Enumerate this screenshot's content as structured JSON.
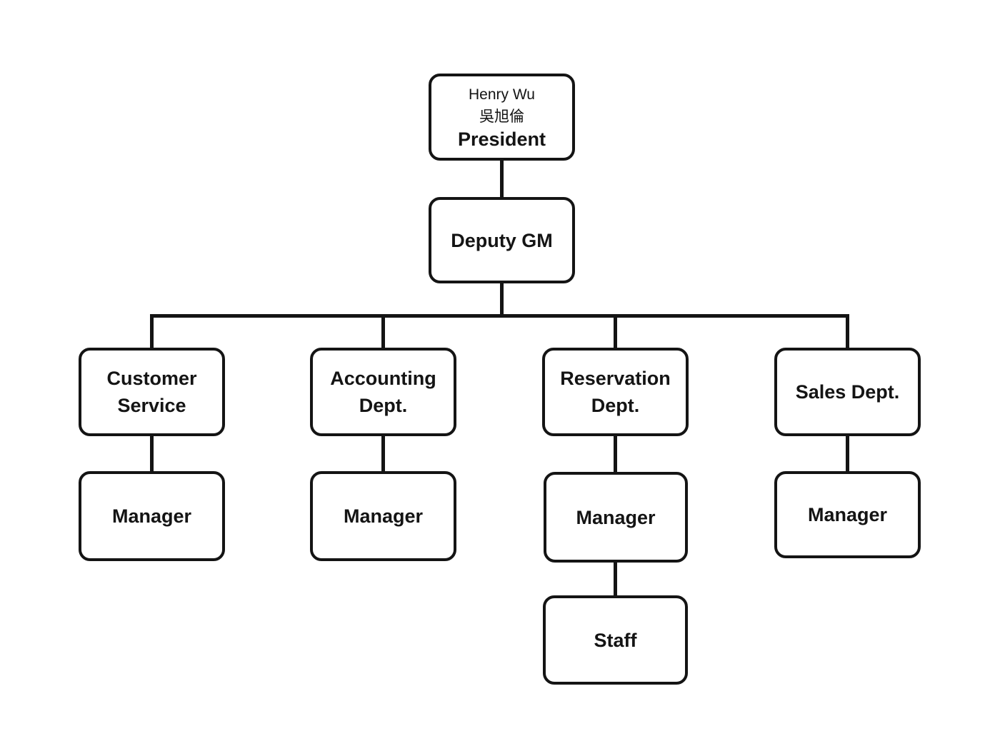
{
  "diagram": {
    "type": "org-chart",
    "colors": {
      "background": "#ffffff",
      "line": "#141414",
      "box_border": "#141414",
      "box_fill": "#ffffff",
      "text": "#141414"
    },
    "nodes": {
      "president": {
        "name_en": "Henry Wu",
        "name_zh": "吳旭倫",
        "title": "President"
      },
      "deputy_gm": {
        "label": "Deputy GM"
      },
      "customer_service": {
        "line1": "Customer",
        "line2": "Service"
      },
      "accounting": {
        "line1": "Accounting",
        "line2": "Dept."
      },
      "reservation": {
        "line1": "Reservation",
        "line2": "Dept."
      },
      "sales": {
        "label": "Sales Dept."
      },
      "customer_service_manager": {
        "label": "Manager"
      },
      "accounting_manager": {
        "label": "Manager"
      },
      "reservation_manager": {
        "label": "Manager"
      },
      "sales_manager": {
        "label": "Manager"
      },
      "reservation_staff": {
        "label": "Staff"
      }
    },
    "hierarchy": {
      "root": "president",
      "edges": [
        [
          "president",
          "deputy_gm"
        ],
        [
          "deputy_gm",
          "customer_service"
        ],
        [
          "deputy_gm",
          "accounting"
        ],
        [
          "deputy_gm",
          "reservation"
        ],
        [
          "deputy_gm",
          "sales"
        ],
        [
          "customer_service",
          "customer_service_manager"
        ],
        [
          "accounting",
          "accounting_manager"
        ],
        [
          "reservation",
          "reservation_manager"
        ],
        [
          "sales",
          "sales_manager"
        ],
        [
          "reservation_manager",
          "reservation_staff"
        ]
      ]
    }
  }
}
